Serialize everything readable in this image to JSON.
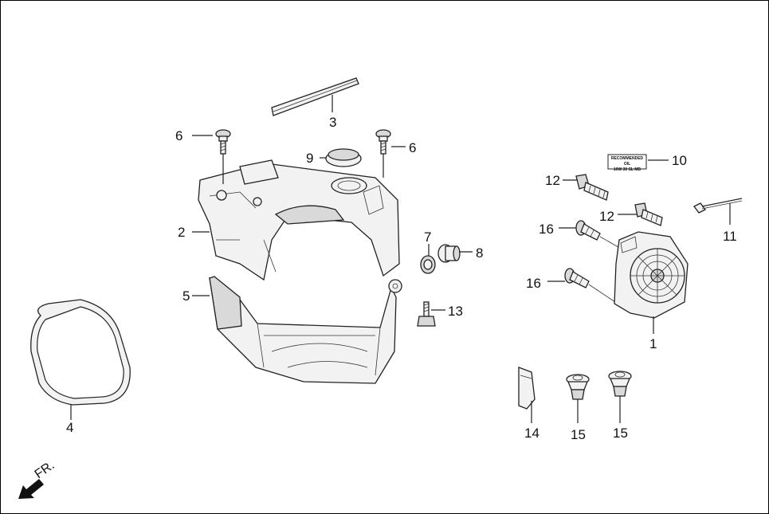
{
  "callouts": {
    "n1": "1",
    "n2": "2",
    "n3": "3",
    "n4": "4",
    "n5": "5",
    "n6a": "6",
    "n6b": "6",
    "n7": "7",
    "n8": "8",
    "n9": "9",
    "n10": "10",
    "n11": "11",
    "n12a": "12",
    "n12b": "12",
    "n13": "13",
    "n14": "14",
    "n15a": "15",
    "n15b": "15",
    "n16a": "16",
    "n16b": "16"
  },
  "oil_label": {
    "line1": "RECOMMENDED OIL",
    "line2": "10W 30 SL MB"
  },
  "direction": {
    "text": "FR."
  }
}
